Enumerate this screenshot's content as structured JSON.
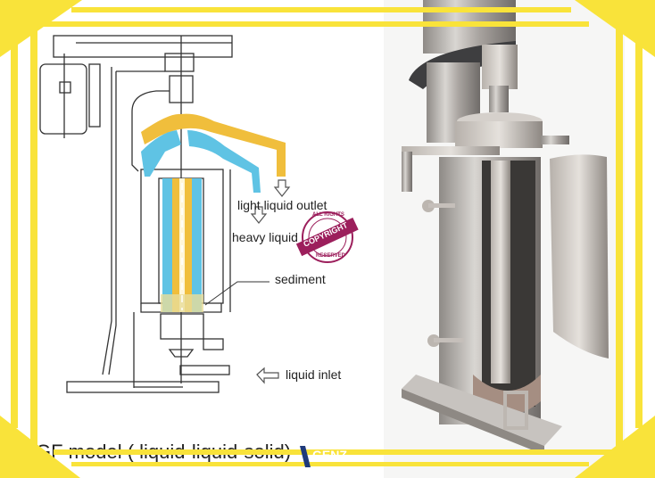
{
  "diagram": {
    "labels": {
      "light_outlet": "light liquid outlet",
      "heavy_outlet": "heavy liquid",
      "sediment": "sediment",
      "inlet": "liquid inlet"
    },
    "caption": "GF model ( liquid-liquid-solid)",
    "colors": {
      "light_liquid": "#f0be3c",
      "heavy_liquid": "#5fc3e4",
      "line": "#333333"
    }
  },
  "stamp": {
    "top": "ALL RIGHTS",
    "band": "COPYRIGHT",
    "bottom": "RESERVED",
    "color": "#9c1f5c"
  },
  "logo": {
    "text": "GENZ"
  },
  "frame": {
    "color": "#f9e33a"
  }
}
